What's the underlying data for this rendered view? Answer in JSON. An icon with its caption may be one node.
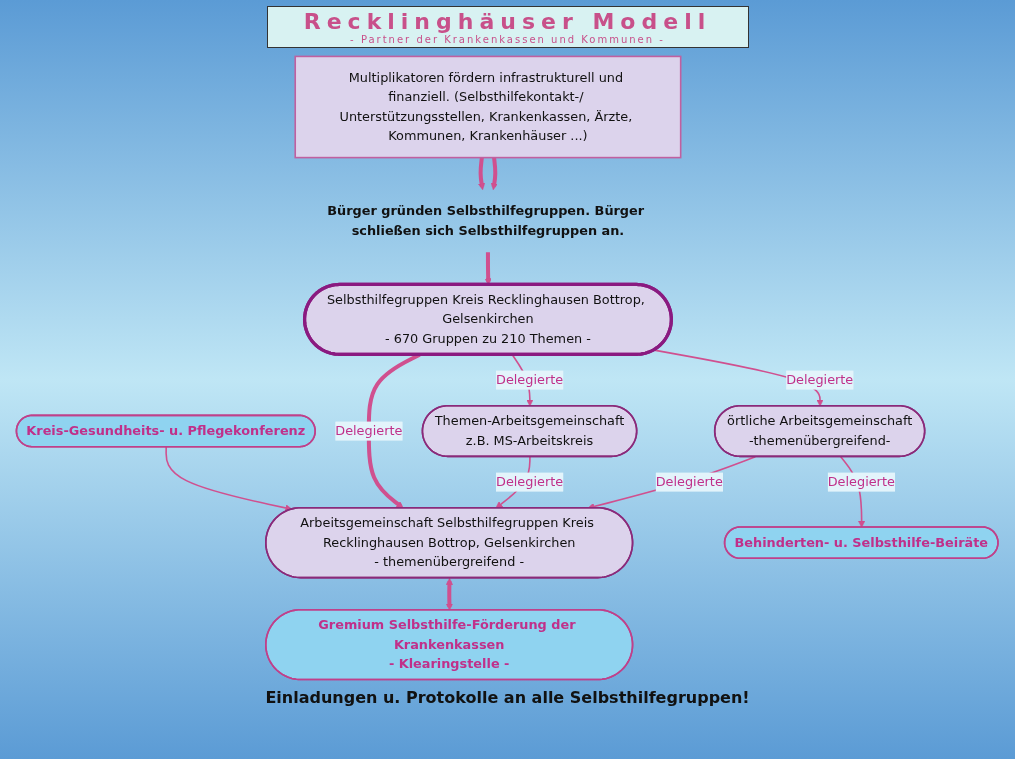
{
  "diagram": {
    "title": "Recklinghäuser Modell",
    "caption": "Einladungen u. Protokolle an alle Selbsthilfegruppen!",
    "nodes": [
      {
        "text": [
          "Gremium Selbsthilfe-Förderung der Krankenkassen",
          "- Klearingstelle -"
        ]
      },
      {
        "text": [
          "Kreis-Gesundheits- u. Pflegekonferenz"
        ]
      },
      {
        "text": [
          "Arbeitsgemeinschaft Selbsthilfegruppen Kreis Recklinghausen Bottrop, Gelsenkirchen",
          "- themenübergreifend -"
        ]
      },
      {
        "text": [
          "Behinderten- u. Selbsthilfe-Beiräte"
        ]
      },
      {
        "text": [
          "Themen-Arbeitsgemeinschaft",
          "z.B. MS-Arbeitskreis"
        ]
      },
      {
        "text": [
          "örtliche Arbeitsgemeinschaft",
          "-themenübergreifend-"
        ]
      },
      {
        "text": [
          "Selbsthilfegruppen Kreis Recklinghausen Bottrop, Gelsenkirchen",
          "- 670 Gruppen zu 210 Themen -"
        ]
      },
      {
        "text": [
          "Bürger gründen Selbsthilfegruppen. Bürger schließen sich Selbsthilfegruppen an."
        ]
      },
      {
        "text": [
          "Multiplikatoren fördern infrastrukturell und finanziell. (Selbsthilfekontakt-/ Unterstützungsstellen, Krankenkassen, Ärzte, Kommunen, Krankenhäuser ...)"
        ]
      }
    ],
    "edges": [
      {
        "from": 2,
        "to": 0,
        "arrow": "both",
        "style": "thick"
      },
      {
        "from": 1,
        "to": 2,
        "arrow": "to"
      },
      {
        "from": 4,
        "to": 2,
        "arrow": "to",
        "label": "Delegierte"
      },
      {
        "from": 5,
        "to": 2,
        "arrow": "to",
        "label": "Delegierte"
      },
      {
        "from": 5,
        "to": 3,
        "arrow": "to",
        "label": "Delegierte"
      },
      {
        "from": 6,
        "to": 2,
        "arrow": "to",
        "style": "thick",
        "label": "Delegierte"
      },
      {
        "from": 6,
        "to": 4,
        "arrow": "to",
        "label": "Delegierte"
      },
      {
        "from": 6,
        "to": 5,
        "arrow": "to",
        "label": "Delegierte"
      },
      {
        "from": 7,
        "to": 6,
        "arrow": "to",
        "style": "thick"
      },
      {
        "from": 8,
        "to": 7,
        "arrow": "to",
        "style": "thick"
      },
      {
        "from": 8,
        "to": 7,
        "arrow": "to",
        "style": "thick"
      }
    ],
    "labels": [
      "- Partner der Krankenkassen und Kommunen -"
    ]
  }
}
